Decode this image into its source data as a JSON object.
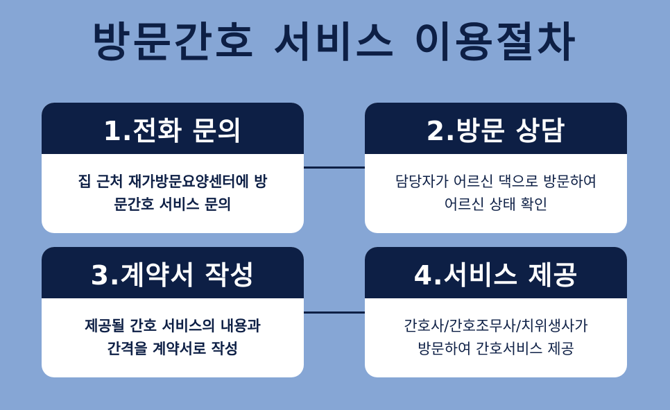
{
  "title": "방문간호 서비스 이용절차",
  "steps": [
    {
      "heading": "1.전화 문의",
      "description": "집 근처 재가방문요양센터에 방\n문간호 서비스 문의"
    },
    {
      "heading": "2.방문 상담",
      "description": "담당자가 어르신 댁으로 방문하여\n어르신 상태 확인"
    },
    {
      "heading": "3.계약서 작성",
      "description": "제공될 간호 서비스의 내용과\n간격을 계약서로 작성"
    },
    {
      "heading": "4.서비스 제공",
      "description": "간호사/간호조무사/치위생사가\n방문하여 간호서비스 제공"
    }
  ]
}
